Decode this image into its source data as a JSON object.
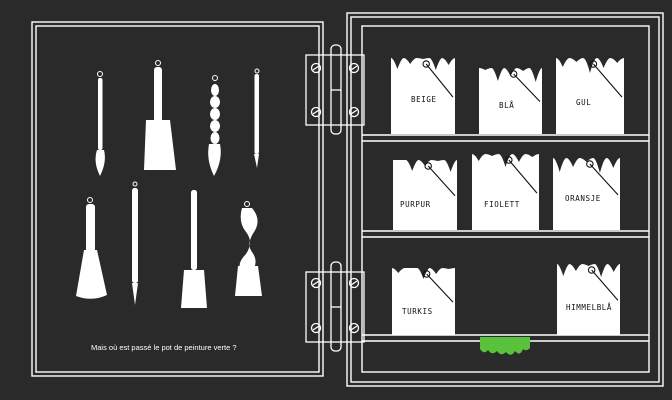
{
  "caption": "Mais où est passé le pot de peinture verte ?",
  "colors": {
    "background": "#2a2a2a",
    "outline": "#ffffff",
    "paint_green": "#59c13b"
  },
  "brushes": [
    {
      "name": "thin-round-brush"
    },
    {
      "name": "flat-wide-brush"
    },
    {
      "name": "beaded-round-brush"
    },
    {
      "name": "pointed-liner-brush"
    },
    {
      "name": "fan-brush"
    },
    {
      "name": "long-thin-brush"
    },
    {
      "name": "flat-comb-brush"
    },
    {
      "name": "wavy-handle-brush"
    }
  ],
  "paint_pots": [
    {
      "label": "BEIGE"
    },
    {
      "label": "BLÅ"
    },
    {
      "label": "GUL"
    },
    {
      "label": "PURPUR"
    },
    {
      "label": "FIOLETT"
    },
    {
      "label": "ORANSJE"
    },
    {
      "label": "TURKIS"
    },
    {
      "label": "HIMMELBLÅ"
    }
  ]
}
